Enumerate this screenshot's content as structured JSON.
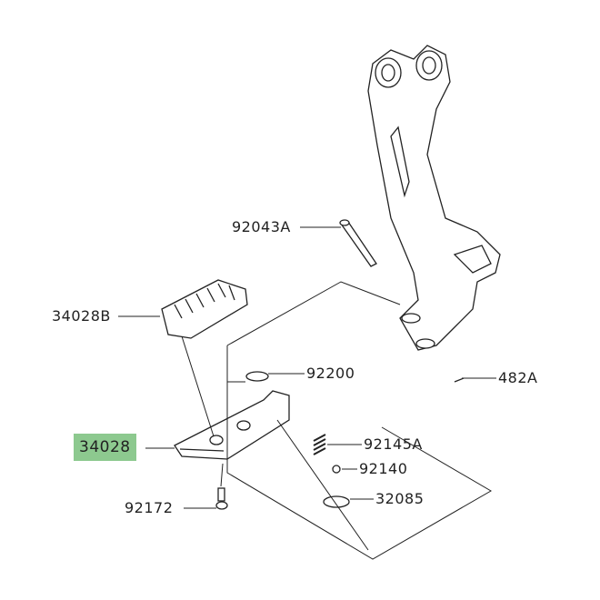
{
  "parts": [
    {
      "id": "92043A",
      "label": "92043A"
    },
    {
      "id": "34028B",
      "label": "34028B"
    },
    {
      "id": "92200",
      "label": "92200"
    },
    {
      "id": "482A",
      "label": "482A"
    },
    {
      "id": "92145A",
      "label": "92145A"
    },
    {
      "id": "34028",
      "label": "34028",
      "highlighted": true
    },
    {
      "id": "92140",
      "label": "92140"
    },
    {
      "id": "32085",
      "label": "32085"
    },
    {
      "id": "92172",
      "label": "92172"
    }
  ],
  "colors": {
    "highlight": "#8dc98f",
    "line": "#222222"
  }
}
